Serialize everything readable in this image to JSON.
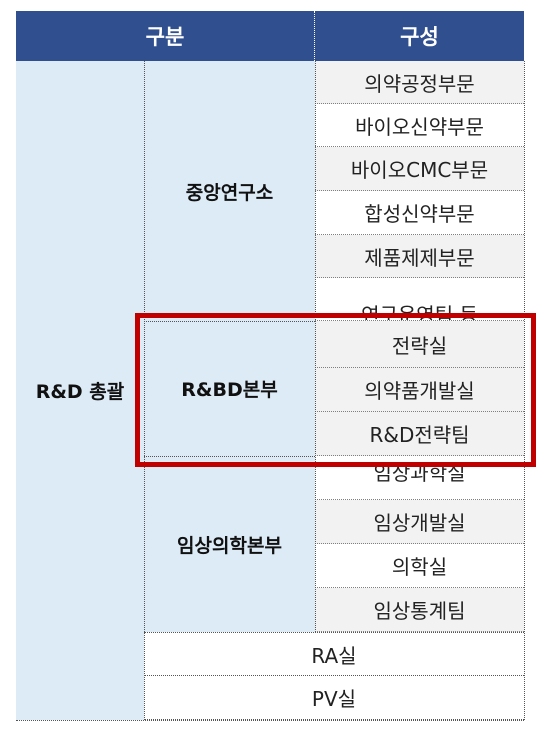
{
  "header": {
    "category": "구분",
    "composition": "구성"
  },
  "top_group": "R&D 총괄",
  "divisions": [
    {
      "name": "중앙연구소",
      "units": [
        "의약공정부문",
        "바이오신약부문",
        "바이오CMC부문",
        "합성신약부문",
        "제품제제부문",
        "연구운영팀 등"
      ]
    },
    {
      "name": "R&BD본부",
      "units": [
        "전략실",
        "의약품개발실",
        "R&D전략팀"
      ]
    },
    {
      "name": "임상의학본부",
      "units": [
        "임상과학실",
        "임상개발실",
        "의학실",
        "임상통계팀"
      ]
    }
  ],
  "standalone": [
    "RA실",
    "PV실"
  ],
  "colors": {
    "header_bg": "#2f4f8f",
    "group_bg": "#ddebf7",
    "row_alt_bg": "#f2f2f2",
    "highlight_border": "#c00000"
  }
}
